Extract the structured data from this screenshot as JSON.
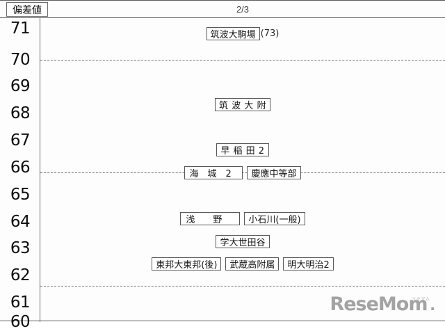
{
  "header": {
    "axis_label": "偏差値",
    "page_indicator": "2/3"
  },
  "axis": {
    "ticks": [
      "71",
      "70",
      "69",
      "68",
      "67",
      "66",
      "65",
      "64",
      "63",
      "62",
      "61",
      "60"
    ]
  },
  "chart_data": {
    "type": "table",
    "title": "偏差値",
    "subtitle": "2/3",
    "ylabel": "偏差値",
    "xlabel": "",
    "ylim": [
      60,
      71
    ],
    "grid": true,
    "gridlines": [
      70.5,
      65.5,
      60.5
    ],
    "rows": [
      {
        "deviation": 71,
        "schools": [
          {
            "name": "筑波大駒場",
            "suffix": "(73)"
          }
        ]
      },
      {
        "deviation": 68,
        "schools": [
          {
            "name": "筑 波 大 附",
            "suffix": ""
          }
        ]
      },
      {
        "deviation": 66,
        "schools": [
          {
            "name": "早 稲 田 2",
            "suffix": ""
          }
        ]
      },
      {
        "deviation": 65.5,
        "schools": [
          {
            "name": "海　城　2",
            "suffix": ""
          },
          {
            "name": "慶應中等部",
            "suffix": ""
          }
        ]
      },
      {
        "deviation": 64,
        "schools": [
          {
            "name": "浅　　野",
            "suffix": ""
          },
          {
            "name": "小石川(一般)",
            "suffix": ""
          }
        ]
      },
      {
        "deviation": 63,
        "schools": [
          {
            "name": "学大世田谷",
            "suffix": ""
          }
        ]
      },
      {
        "deviation": 62,
        "schools": [
          {
            "name": "東邦大東邦(後)",
            "suffix": ""
          },
          {
            "name": "武蔵高附属",
            "suffix": ""
          },
          {
            "name": "明大明治2",
            "suffix": ""
          }
        ]
      }
    ]
  },
  "nodes": {
    "r71_s0": "筑波大駒場",
    "r71_s0_suffix": "(73)",
    "r68_s0": "筑 波 大 附",
    "r66_s0": "早 稲 田 2",
    "r655_s0": "海　城　2",
    "r655_s1": "慶應中等部",
    "r64_s0": "浅　　野",
    "r64_s1": "小石川(一般)",
    "r63_s0": "学大世田谷",
    "r62_s0": "東邦大東邦(後)",
    "r62_s1": "武蔵高附属",
    "r62_s2": "明大明治2"
  },
  "watermark": {
    "text": "ReseMom",
    "dot": ".",
    "ruby": "リセマム"
  },
  "colors": {
    "border": "#5e5e5e",
    "grid": "#6f6f6f",
    "text": "#111111",
    "watermark": "#a3a3a3",
    "background": "#fdfdfd"
  }
}
